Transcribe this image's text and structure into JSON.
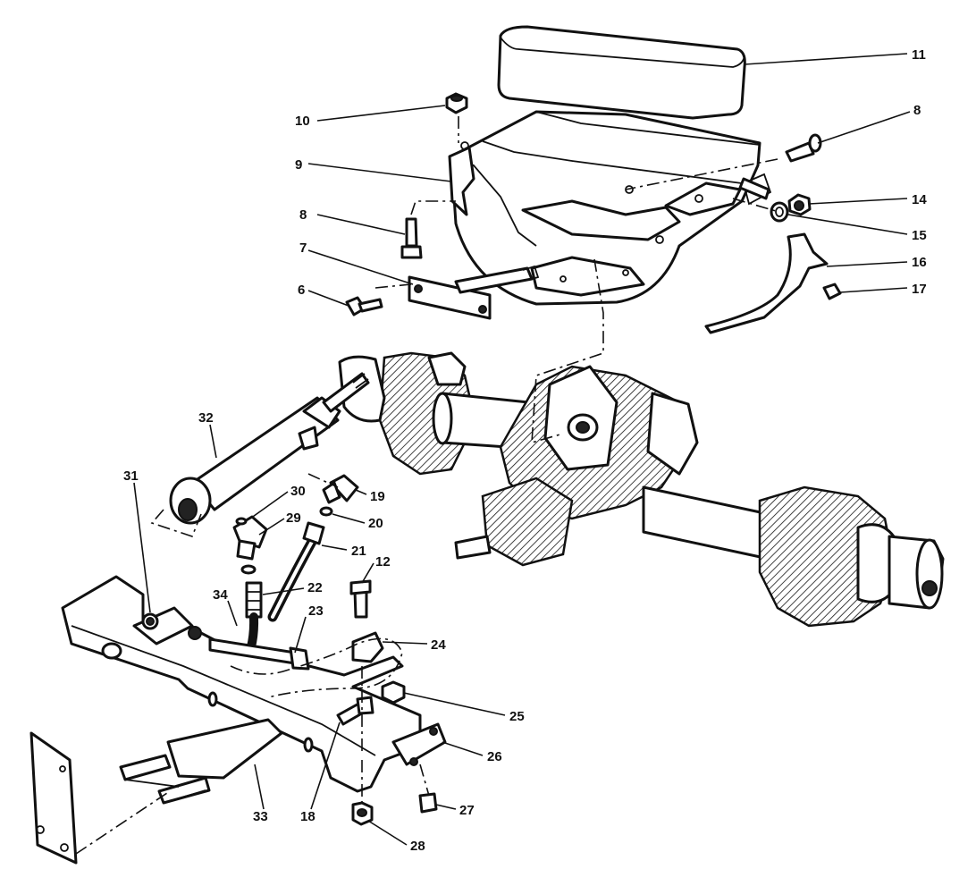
{
  "callouts": [
    {
      "id": "c11",
      "label": "11"
    },
    {
      "id": "c10",
      "label": "10"
    },
    {
      "id": "c8a",
      "label": "8"
    },
    {
      "id": "c9",
      "label": "9"
    },
    {
      "id": "c14",
      "label": "14"
    },
    {
      "id": "c8b",
      "label": "8"
    },
    {
      "id": "c15",
      "label": "15"
    },
    {
      "id": "c7",
      "label": "7"
    },
    {
      "id": "c16",
      "label": "16"
    },
    {
      "id": "c6",
      "label": "6"
    },
    {
      "id": "c17",
      "label": "17"
    },
    {
      "id": "c32",
      "label": "32"
    },
    {
      "id": "c31",
      "label": "31"
    },
    {
      "id": "c30",
      "label": "30"
    },
    {
      "id": "c19",
      "label": "19"
    },
    {
      "id": "c29",
      "label": "29"
    },
    {
      "id": "c20",
      "label": "20"
    },
    {
      "id": "c21",
      "label": "21"
    },
    {
      "id": "c12",
      "label": "12"
    },
    {
      "id": "c34",
      "label": "34"
    },
    {
      "id": "c22",
      "label": "22"
    },
    {
      "id": "c23",
      "label": "23"
    },
    {
      "id": "c24",
      "label": "24"
    },
    {
      "id": "c25",
      "label": "25"
    },
    {
      "id": "c26",
      "label": "26"
    },
    {
      "id": "c33",
      "label": "33"
    },
    {
      "id": "c18",
      "label": "18"
    },
    {
      "id": "c27",
      "label": "27"
    },
    {
      "id": "c28",
      "label": "28"
    }
  ]
}
